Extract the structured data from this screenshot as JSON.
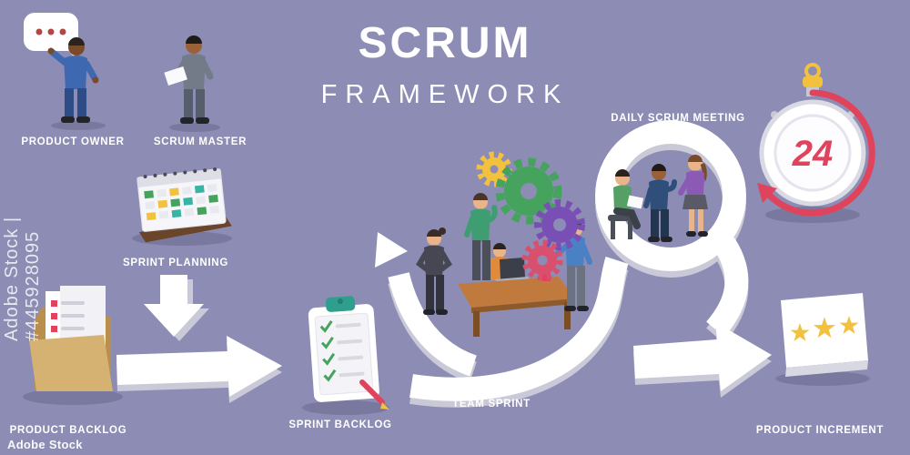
{
  "background_color": "#8C8CB4",
  "watermark": {
    "side_text": "Adobe Stock | #445928095",
    "corner_text": "Adobe Stock"
  },
  "title": {
    "main": "SCRUM",
    "sub": "FRAMEWORK"
  },
  "labels": {
    "product_owner": "PRODUCT OWNER",
    "scrum_master": "SCRUM MASTER",
    "sprint_planning": "SPRINT PLANNING",
    "daily_scrum_meeting": "DAILY SCRUM MEETING",
    "product_backlog": "PRODUCT BACKLOG",
    "sprint_backlog": "SPRINT BACKLOG",
    "team_sprint": "TEAM SPRINT",
    "product_increment": "PRODUCT INCREMENT"
  },
  "stopwatch_value": "24",
  "colors": {
    "gear_green": "#45A35E",
    "gear_purple": "#7A4FB5",
    "gear_red": "#D94F6E",
    "gear_yellow": "#F2C23E",
    "star_yellow": "#F2C23E",
    "stopwatch_accent": "#E0435C",
    "ribbon_white": "#FFFFFF",
    "folder_tan": "#C9A25E"
  }
}
